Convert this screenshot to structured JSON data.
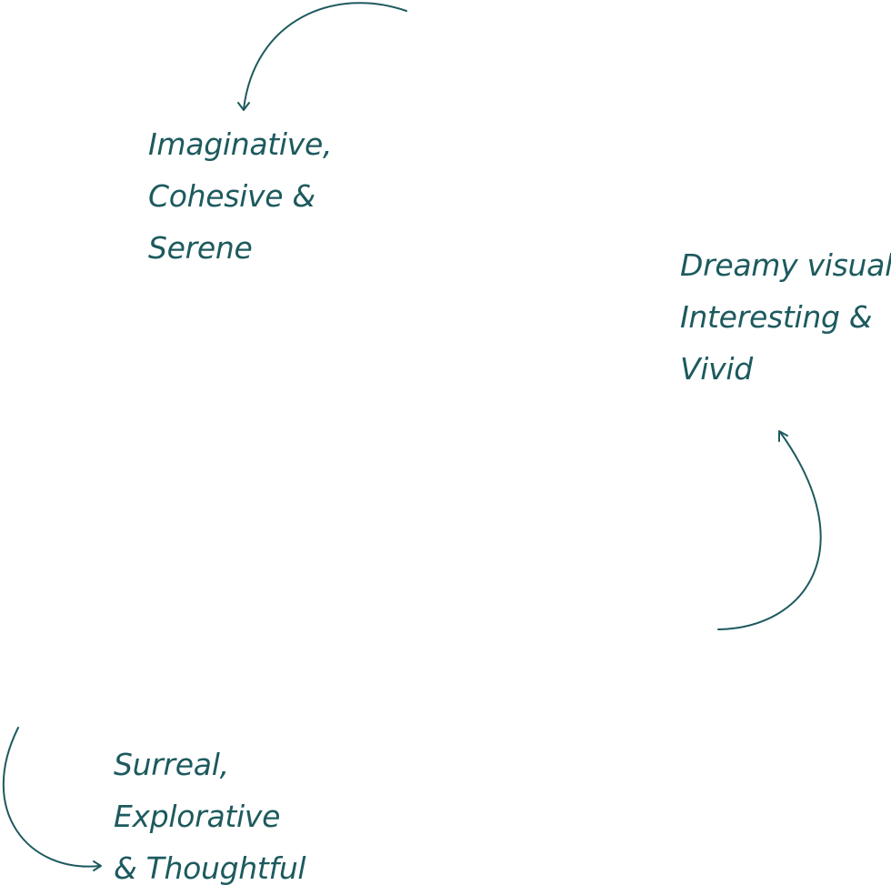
{
  "colors": {
    "ink": "#1d5a5e",
    "background": "#ffffff"
  },
  "callouts": [
    {
      "lines": [
        "Imaginative,",
        "Cohesive &",
        "Serene"
      ]
    },
    {
      "lines": [
        "Dreamy visuals",
        "Interesting &",
        "Vivid"
      ]
    },
    {
      "lines": [
        "Surreal,",
        "Explorative",
        "& Thoughtful"
      ]
    }
  ]
}
